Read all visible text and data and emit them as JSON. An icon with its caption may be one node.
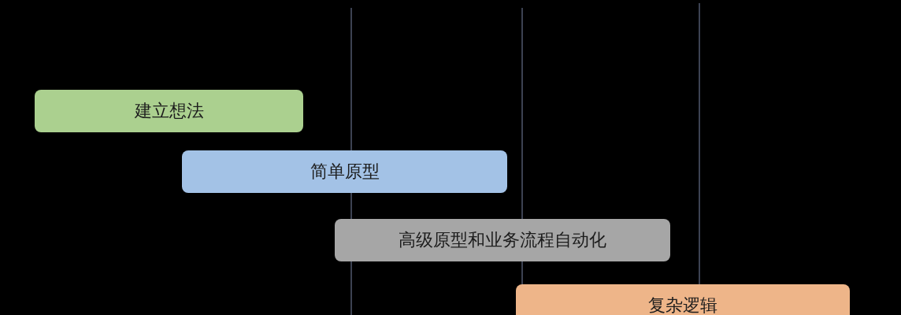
{
  "diagram": {
    "nodes": [
      {
        "text": [
          "建立想法"
        ]
      },
      {
        "text": [
          "简单原型"
        ]
      },
      {
        "text": [
          "高级原型和业务流程自动化"
        ]
      },
      {
        "text": [
          "复杂逻辑"
        ]
      }
    ]
  }
}
